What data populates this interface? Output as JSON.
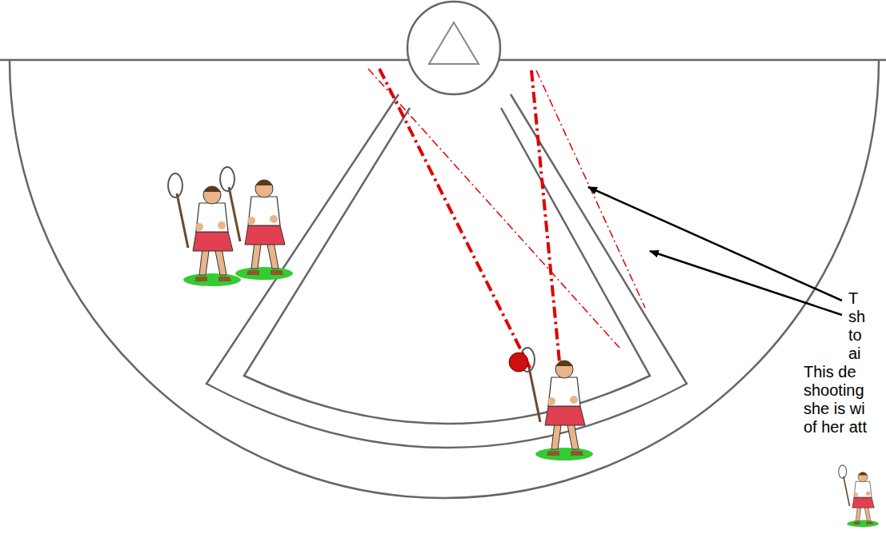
{
  "diagram": {
    "labels": [
      "T",
      "sh",
      "to",
      "ai",
      "This de",
      "shooting",
      "she is wi",
      "of her att"
    ]
  }
}
